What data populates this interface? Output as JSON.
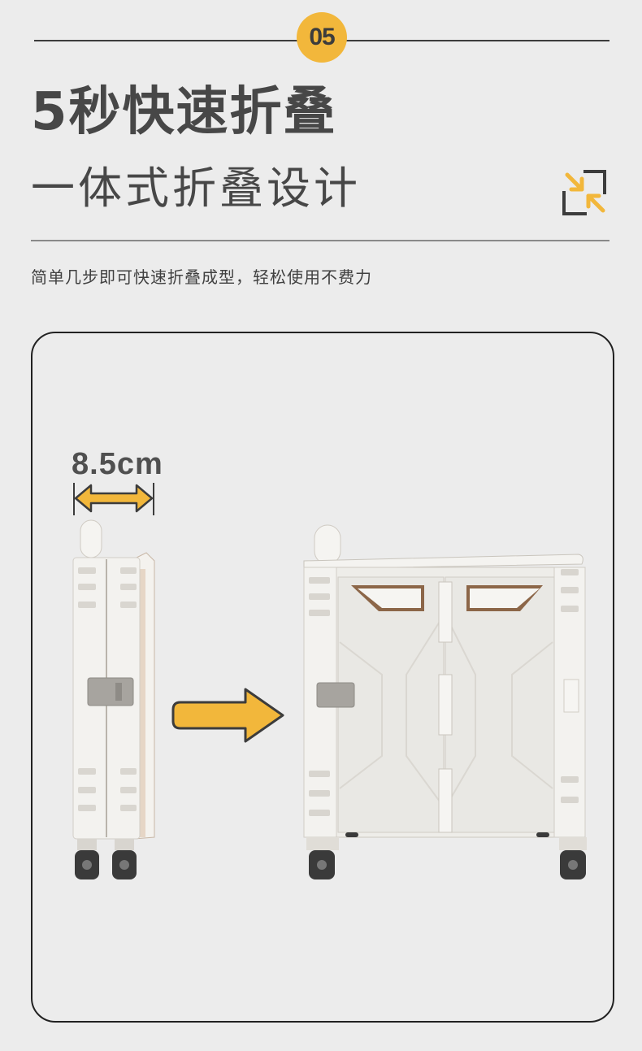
{
  "header": {
    "number": "05",
    "title": "5秒快速折叠",
    "subtitle": "一体式折叠设计",
    "description": "简单几步即可快速折叠成型，轻松使用不费力",
    "icon": "collapse-arrows-icon"
  },
  "illustration": {
    "width_label": "8.5cm",
    "folded_state": "folded-cart",
    "unfolded_state": "unfolded-cart",
    "arrow": "right-arrow-icon"
  },
  "colors": {
    "accent": "#f2b73b",
    "text": "#474747",
    "background": "#ececec",
    "cart": "#f3f2ef"
  }
}
